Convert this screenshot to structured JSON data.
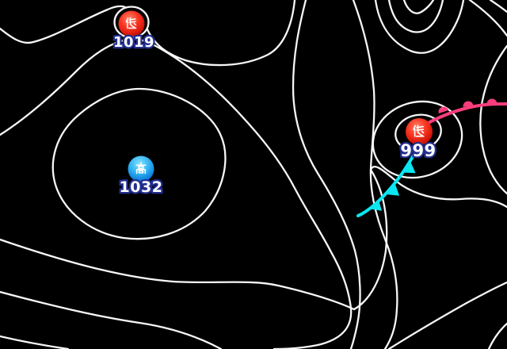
{
  "map": {
    "background_color": "#000000",
    "isobar_color": "#ffffff",
    "systems": [
      {
        "type": "low",
        "symbol": "低",
        "pressure": "1019"
      },
      {
        "type": "high",
        "symbol": "高",
        "pressure": "1032"
      },
      {
        "type": "low",
        "symbol": "低",
        "pressure": "999"
      }
    ],
    "fronts": [
      {
        "type": "warm-front",
        "color": "#fa3e7b"
      },
      {
        "type": "cold-front",
        "color": "#0ae6f2"
      }
    ],
    "colors": {
      "low_marker": "#f5271c",
      "high_marker": "#29a8f0",
      "label_fill": "#ffffff",
      "label_outline": "#232e8f"
    }
  }
}
